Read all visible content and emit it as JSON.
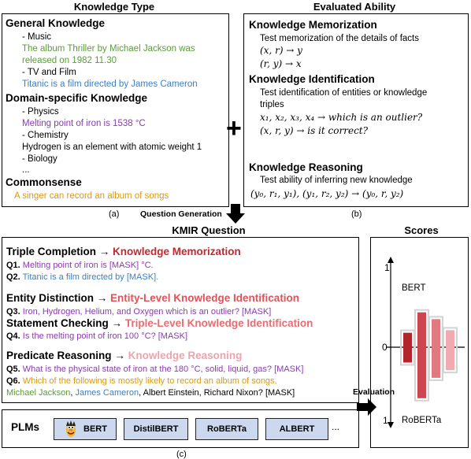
{
  "headers": {
    "knowledge_type": "Knowledge Type",
    "evaluated_ability": "Evaluated Ability",
    "kmir_question": "KMIR Question",
    "scores": "Scores"
  },
  "panel_a": {
    "general": "General Knowledge",
    "music": "- Music",
    "music_fact_1": "The album Thriller by Michael Jackson was",
    "music_fact_2": "released on 1982 11.30",
    "tv": "- TV and Film",
    "tv_fact": "Titanic is a film directed by James Cameron",
    "domain": "Domain-specific Knowledge",
    "physics": "- Physics",
    "physics_fact": "Melting point of iron is 1538 °C",
    "chemistry": "- Chemistry",
    "chemistry_fact": "Hydrogen is an element with atomic weight 1",
    "biology": "- Biology",
    "ellipsis": "...",
    "commonsense": "Commonsense",
    "commonsense_fact": "A singer can record an album of songs",
    "caption": "(a)"
  },
  "plus": "+",
  "panel_b": {
    "memorization_title": "Knowledge Memorization",
    "memorization_desc": "Test memorization of the details of facts",
    "memorization_f1": "(x, r) → y",
    "memorization_f2": "(r, y) → x",
    "identification_title": "Knowledge Identification",
    "identification_desc_1": "Test identification of entities or knowledge",
    "identification_desc_2": "triples",
    "identification_f1": "x₁, x₂, x₃, x₄ → which is an outlier?",
    "identification_f2": "(x, r, y) → is it correct?",
    "reasoning_title": "Knowledge Reasoning",
    "reasoning_desc_1": "Test ability of inferring new knowledge",
    "reasoning_f1": "(y₀, r₁, y₁), (y₁, r₂, y₂) → (y₀, r, y₂)",
    "caption": "(b)"
  },
  "question_generation": "Question Generation",
  "panel_c": {
    "triple_completion": "Triple Completion",
    "arrow": "→",
    "knowledge_memorization": "Knowledge Memorization",
    "q1_label": "Q1.",
    "q1": "Melting point of iron is [MASK] °C.",
    "q2_label": "Q2.",
    "q2": "Titanic is a film directed by [MASK].",
    "entity_distinction": "Entity Distinction",
    "entity_level": "Entity-Level Knowledge Identification",
    "q3_label": "Q3.",
    "q3": "Iron, Hydrogen, Helium, and Oxygen which is an outlier? [MASK]",
    "statement_checking": "Statement Checking",
    "triple_level": "Triple-Level Knowledge Identification",
    "q4_label": "Q4.",
    "q4": "Is the melting point of iron 100 °C? [MASK]",
    "predicate_reasoning": "Predicate Reasoning",
    "knowledge_reasoning": "Knowledge Reasoning",
    "q5_label": "Q5.",
    "q5": "What is the physical state of iron at the 180 °C, solid, liquid, gas?  [MASK]",
    "q6_label": "Q6.",
    "q6": "Which of the following is mostly likely to record an album of songs,",
    "q6_opt1": "Michael Jackson",
    "q6_sep": ", ",
    "q6_opt2": "James Cameron",
    "q6_rest": ", Albert Einstein, Richard Nixon? [MASK]",
    "plms_label": "PLMs",
    "plms": [
      "BERT",
      "DistilBERT",
      "RoBERTa",
      "ALBERT"
    ],
    "plms_more": "...",
    "caption": "(c)"
  },
  "evaluation": "Evaluation",
  "scores_panel": {
    "top_tick": "1",
    "zero_tick": "0",
    "bottom_tick": "1",
    "bert_label": "BERT",
    "roberta_label": "RoBERTa",
    "bars": [
      {
        "bert": 0.17,
        "roberta": 0.18
      },
      {
        "bert": 0.41,
        "roberta": 0.6
      },
      {
        "bert": 0.33,
        "roberta": 0.36
      },
      {
        "bert": 0.2,
        "roberta": 0.27
      }
    ],
    "bar_colors": [
      "#b3252d",
      "#cd4550",
      "#e17a80",
      "#f0aab0"
    ],
    "outline_color": "#d3d3d3"
  },
  "colors": {
    "memorization": "#c0292f",
    "entity_level": "#e2525a",
    "triple_level": "#ea6b72",
    "reasoning": "#f0a3a8"
  }
}
